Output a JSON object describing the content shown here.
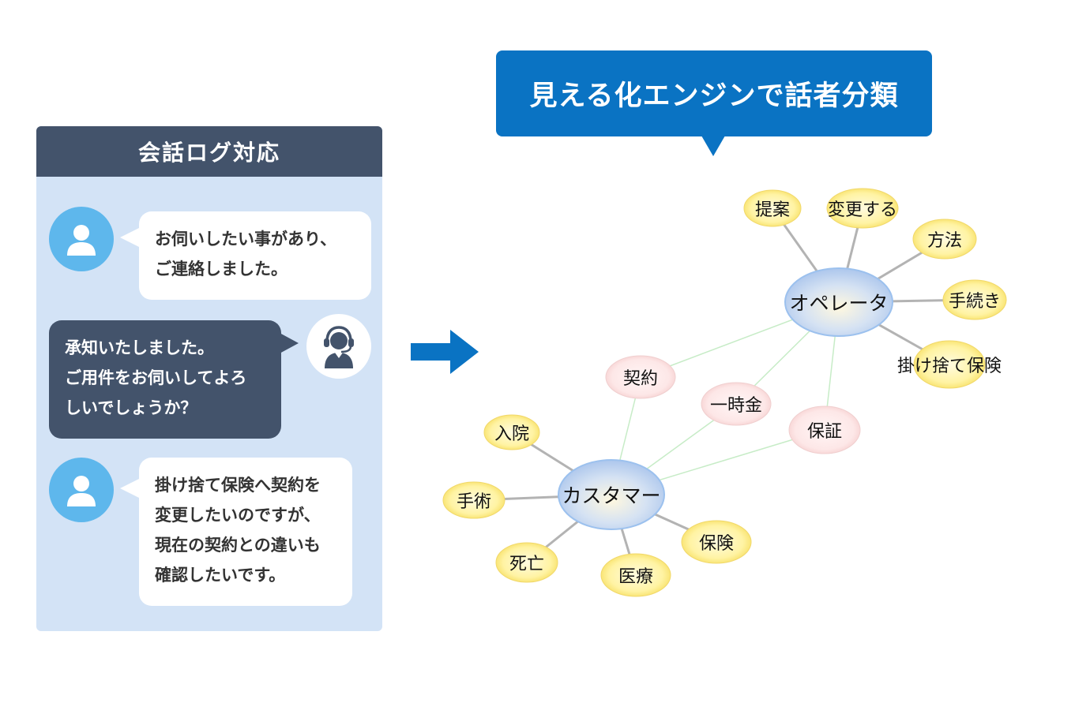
{
  "title": "見える化エンジンで話者分類",
  "chat_panel": {
    "header": "会話ログ対応",
    "messages": [
      {
        "speaker": "customer",
        "icon": "user-icon",
        "lines": [
          "お伺いしたい事があり、",
          "ご連絡しました。"
        ]
      },
      {
        "speaker": "operator",
        "icon": "operator-headset-icon",
        "lines": [
          "承知いたしました。",
          "ご用件をお伺いしてよろ",
          "しいでしょうか？"
        ]
      },
      {
        "speaker": "customer",
        "icon": "user-icon",
        "lines": [
          "掛け捨て保険へ契約を",
          "変更したいのですが、",
          "現在の契約との違いも",
          "確認したいです。"
        ]
      }
    ]
  },
  "network": {
    "speakers": [
      {
        "id": "operator",
        "label": "オペレータ"
      },
      {
        "id": "customer",
        "label": "カスタマー"
      }
    ],
    "operator_terms": [
      "提案",
      "変更する",
      "方法",
      "手続き",
      "掛け捨て保険"
    ],
    "customer_terms": [
      "入院",
      "手術",
      "死亡",
      "医療",
      "保険"
    ],
    "shared_terms": [
      "契約",
      "一時金",
      "保証"
    ]
  },
  "colors": {
    "panel_bg": "#d3e3f6",
    "panel_header": "#43536b",
    "customer_avatar": "#5eb7ec",
    "accent_blue": "#0a73c3",
    "term_node": "#fff3a6",
    "shared_node": "#fde4e4",
    "speaker_node": "#b6cff0"
  }
}
